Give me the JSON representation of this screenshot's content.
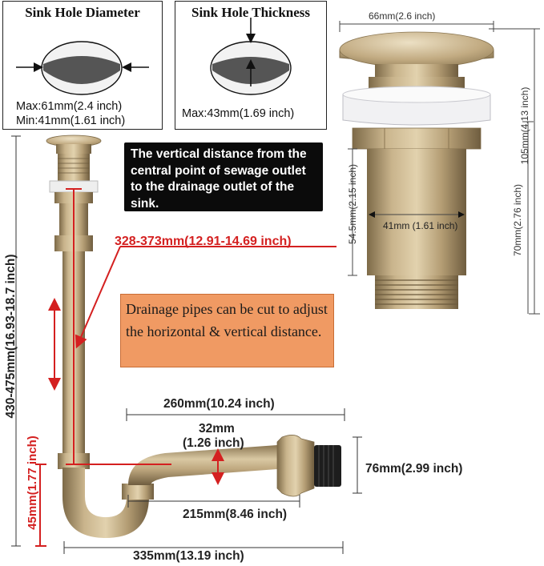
{
  "hole_diameter": {
    "title": "Sink Hole Diameter",
    "max": "Max:61mm(2.4 inch)",
    "min": "Min:41mm(1.61 inch)"
  },
  "hole_thickness": {
    "title": "Sink Hole Thickness",
    "max": "Max:43mm(1.69 inch)"
  },
  "notes": {
    "vertical_distance": "The vertical distance from the central point of sewage outlet to the drainage outlet of the sink.",
    "drainage_pipes": "Drainage pipes can be cut to adjust the horizontal & vertical distance."
  },
  "dimensions": {
    "cap_width": "66mm(2.6 inch)",
    "total_height": "105mm(4.13 inch)",
    "thread_height": "70mm(2.76 inch)",
    "body_height": "54.5mm(2.15 inch)",
    "body_diameter": "41mm (1.61 inch)",
    "vertical_span": "328-373mm(12.91-14.69 inch)",
    "overall_height": "430-475mm(16.93-18.7 inch)",
    "bottom_offset": "45mm(1.77 inch)",
    "horizontal_260": "260mm(10.24 inch)",
    "pipe_dia_mm": "32mm",
    "pipe_dia_in": "(1.26 inch)",
    "outlet_height": "76mm(2.99 inch)",
    "horizontal_215": "215mm(8.46 inch)",
    "overall_width": "335mm(13.19 inch)"
  },
  "colors": {
    "brass": "#b9a27a",
    "brass_dark": "#7d6a48",
    "accent_red": "#d42020",
    "note_orange": "#f09a63"
  }
}
